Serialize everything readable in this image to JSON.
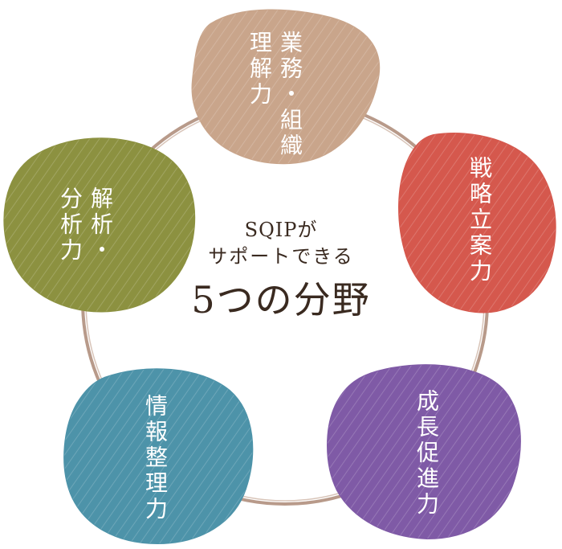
{
  "center": {
    "line1": "SQIPが",
    "line2": "サポートできる",
    "line3": "5つの分野"
  },
  "nodes": [
    {
      "id": "business",
      "label": "業務・組織理解力",
      "columns": [
        "業務・組織",
        "理解力"
      ],
      "color": "#c9a58b"
    },
    {
      "id": "strategy",
      "label": "戦略立案力",
      "columns": [
        "戦略立案力"
      ],
      "color": "#d5584d"
    },
    {
      "id": "growth",
      "label": "成長促進力",
      "columns": [
        "成長促進力"
      ],
      "color": "#7f5aa6"
    },
    {
      "id": "info",
      "label": "情報整理力",
      "columns": [
        "情報整理力"
      ],
      "color": "#4d93a9"
    },
    {
      "id": "analysis",
      "label": "解析・分析力",
      "columns": [
        "解析・",
        "分析力"
      ],
      "color": "#8c9140"
    }
  ],
  "colors": {
    "ring": "#b89a8a",
    "center_text": "#3a2a20",
    "node_text": "#ffffff"
  }
}
